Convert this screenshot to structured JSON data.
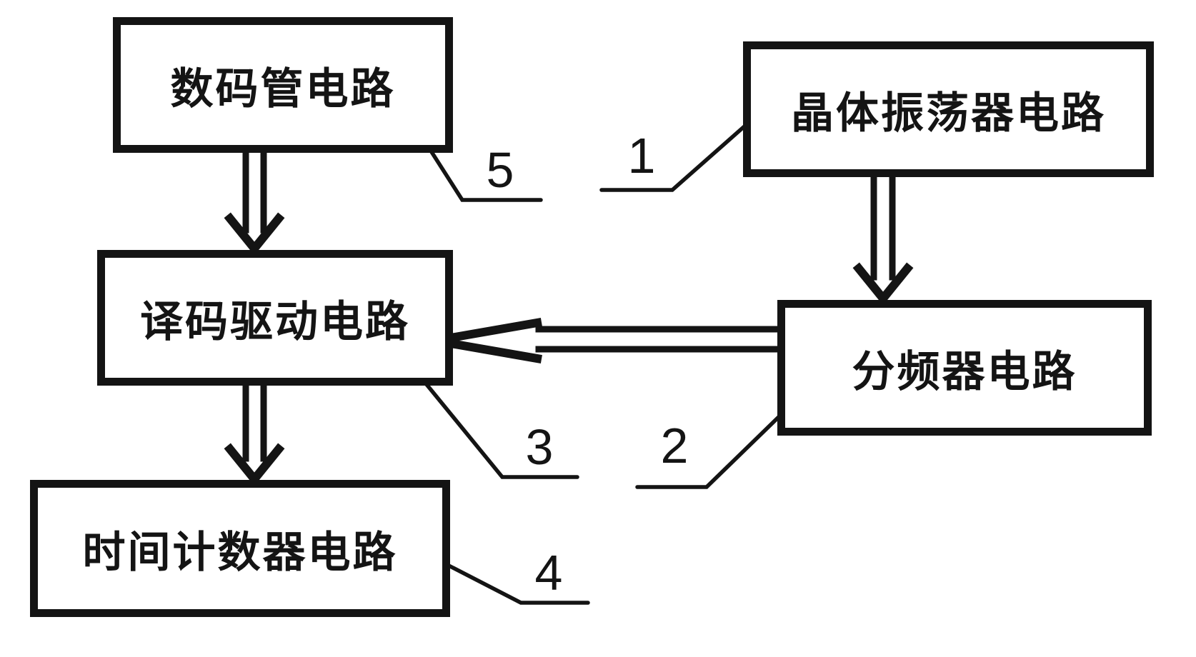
{
  "figure": {
    "type": "block-diagram",
    "background_color": "#ffffff",
    "line_color": "#141414"
  },
  "blocks": [
    {
      "id": "digital-tube",
      "label": "数码管电路",
      "callout": "5"
    },
    {
      "id": "crystal-oscillator",
      "label": "晶体振荡器电路",
      "callout": "1"
    },
    {
      "id": "decoder-driver",
      "label": "译码驱动电路",
      "callout": "3"
    },
    {
      "id": "frequency-divider",
      "label": "分频器电路",
      "callout": "2"
    },
    {
      "id": "time-counter",
      "label": "时间计数器电路",
      "callout": "4"
    }
  ],
  "callouts": [
    {
      "label": "1",
      "target": "晶体振荡器电路"
    },
    {
      "label": "2",
      "target": "分频器电路"
    },
    {
      "label": "3",
      "target": "译码驱动电路"
    },
    {
      "label": "4",
      "target": "时间计数器电路"
    },
    {
      "label": "5",
      "target": "数码管电路"
    }
  ],
  "connections": [
    {
      "from": "数码管电路",
      "to": "译码驱动电路",
      "direction": "down",
      "style": "double-line-open-arrow"
    },
    {
      "from": "译码驱动电路",
      "to": "时间计数器电路",
      "direction": "down",
      "style": "double-line-open-arrow"
    },
    {
      "from": "晶体振荡器电路",
      "to": "分频器电路",
      "direction": "down",
      "style": "double-line-open-arrow"
    },
    {
      "from": "分频器电路",
      "to": "译码驱动电路",
      "direction": "left",
      "style": "double-line-open-arrow"
    }
  ]
}
